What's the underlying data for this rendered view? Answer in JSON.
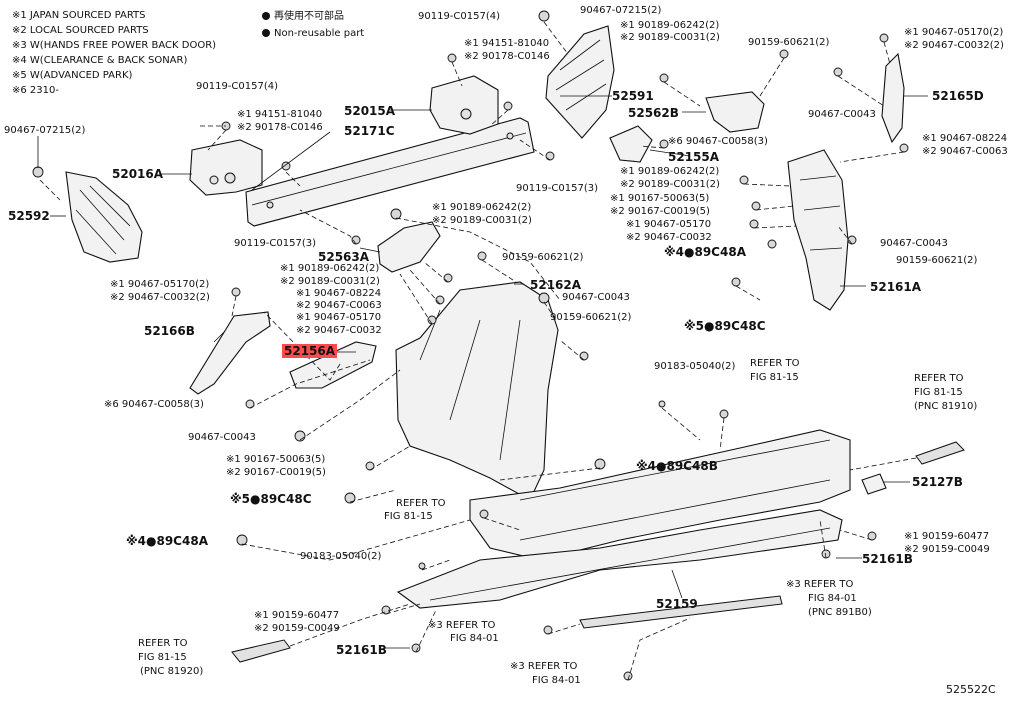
{
  "legend": {
    "items": [
      "※1 JAPAN SOURCED PARTS",
      "※2 LOCAL SOURCED PARTS",
      "※3 W(HANDS FREE POWER BACK DOOR)",
      "※4 W(CLEARANCE & BACK SONAR)",
      "※5 W(ADVANCED PARK)",
      "※6 2310-"
    ],
    "nonreuse_jp": "再使用不可部品",
    "nonreuse_en": "Non-reusable part"
  },
  "diagram_code": "525522C",
  "labels": {
    "l_9011900157_top": "90119-C0157(4)",
    "l_94151_top": "※1 94151-81040",
    "l_90178_top": "※2 90178-C0146",
    "l_90467_07215_top": "90467-07215(2)",
    "l_90189_06242_top": "※1 90189-06242(2)",
    "l_90189_c0031_top": "※2 90189-C0031(2)",
    "l_90159_60621_top": "90159-60621(2)",
    "l_90467_05170_tr": "※1 90467-05170(2)",
    "l_90467_c0032_tr": "※2 90467-C0032(2)",
    "l_52591": "52591",
    "l_52562B": "52562B",
    "l_90467_c0043_tr": "90467-C0043",
    "l_52165D": "52165D",
    "l_52015A": "52015A",
    "l_52171C": "52171C",
    "l_90119_c0157_l": "90119-C0157(4)",
    "l_94151_l": "※1 94151-81040",
    "l_90178_l": "※2 90178-C0146",
    "l_90467_07215_l": "90467-07215(2)",
    "l_52016A": "52016A",
    "l_52592": "52592",
    "l_6_90467_c0058_top": "※6 90467-C0058(3)",
    "l_52155A": "52155A",
    "l_90467_08224_r": "※1 90467-08224",
    "l_90467_c0063_r": "※2 90467-C0063",
    "l_90119_c0157_3m": "90119-C0157(3)",
    "l_90189_06242_m": "※1 90189-06242(2)",
    "l_90189_c0031_m": "※2 90189-C0031(2)",
    "l_90167_50063_m": "※1 90167-50063(5)",
    "l_90167_c0019_m": "※2 90167-C0019(5)",
    "l_90467_05170_m": "※1 90467-05170",
    "l_90467_c0032_m": "※2 90467-C0032",
    "l_89C48A_m": "※4●89C48A",
    "l_90467_c0043_m": "90467-C0043",
    "l_90159_60621_r": "90159-60621(2)",
    "l_52161A": "52161A",
    "l_90189_06242_c": "※1 90189-06242(2)",
    "l_90189_c0031_c": "※2 90189-C0031(2)",
    "l_90119_c0157_3c": "90119-C0157(3)",
    "l_90159_60621_c": "90159-60621(2)",
    "l_52563A": "52563A",
    "l_90189_06242_c2": "※1 90189-06242(2)",
    "l_90189_c0031_c2": "※2 90189-C0031(2)",
    "l_90467_08224_c": "※1 90467-08224",
    "l_90467_c0063_c": "※2 90467-C0063",
    "l_90467_05170_c": "※1 90467-05170",
    "l_90467_c0032_c": "※2 90467-C0032",
    "l_52162A": "52162A",
    "l_90467_c0043_c": "90467-C0043",
    "l_90159_60621_c2": "90159-60621(2)",
    "l_89C48C_r": "※5●89C48C",
    "l_90467_05170_l": "※1 90467-05170(2)",
    "l_90467_c0032_l": "※2 90467-C0032(2)",
    "l_52166B": "52166B",
    "l_52156A": "52156A",
    "l_6_90467_c0058_l": "※6 90467-C0058(3)",
    "l_90467_c0043_l": "90467-C0043",
    "l_90167_50063_l": "※1 90167-50063(5)",
    "l_90167_c0019_l": "※2 90167-C0019(5)",
    "l_89C48C_l": "※5●89C48C",
    "l_refer_8115_a1": "REFER TO",
    "l_refer_8115_a2": "FIG 81-15",
    "l_89C48A_l": "※4●89C48A",
    "l_90183_05040_l": "90183-05040(2)",
    "l_90183_05040_r": "90183-05040(2)",
    "l_refer_8115_b1": "REFER TO",
    "l_refer_8115_b2": "FIG 81-15",
    "l_89C48B": "※4●89C48B",
    "l_refer_81910_1": "REFER TO",
    "l_refer_81910_2": "FIG 81-15",
    "l_refer_81910_3": "(PNC 81910)",
    "l_52127B": "52127B",
    "l_90159_60477_r": "※1 90159-60477",
    "l_90159_c0049_r": "※2 90159-C0049",
    "l_52161B_r": "52161B",
    "l_52159": "52159",
    "l_refer_8401_a1": "※3 REFER TO",
    "l_refer_8401_a2": "FIG 84-01",
    "l_refer_8401_a3": "(PNC 891B0)",
    "l_90159_60477_l": "※1 90159-60477",
    "l_90159_c0049_l": "※2 90159-C0049",
    "l_refer_8401_b1": "※3 REFER TO",
    "l_refer_8401_b2": "FIG 84-01",
    "l_refer_81920_1": "REFER TO",
    "l_refer_81920_2": "FIG 81-15",
    "l_refer_81920_3": "(PNC 81920)",
    "l_52161B_l": "52161B",
    "l_refer_8401_c1": "※3 REFER TO",
    "l_refer_8401_c2": "FIG 84-01"
  },
  "colors": {
    "highlight": "#ff4b4b",
    "line": "#111111",
    "part_fill": "#f2f2f2"
  }
}
